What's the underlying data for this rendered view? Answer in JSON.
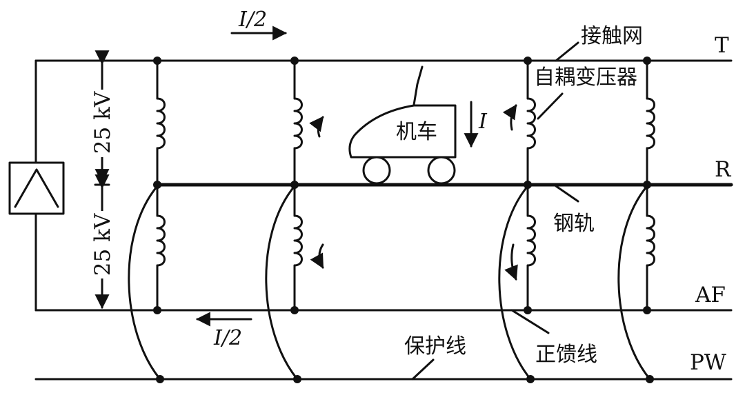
{
  "labels": {
    "catenary": "接触网",
    "autotransformer": "自耦变压器",
    "locomotive": "机车",
    "rail": "钢轨",
    "protection_wire": "保护线",
    "positive_feeder": "正馈线",
    "bus_T": "T",
    "bus_R": "R",
    "bus_AF": "AF",
    "bus_PW": "PW",
    "voltage_upper": "25 kV",
    "voltage_lower": "25 kV",
    "current_half_top": "I/2",
    "current_half_bottom": "I/2",
    "current_loco": "I"
  }
}
